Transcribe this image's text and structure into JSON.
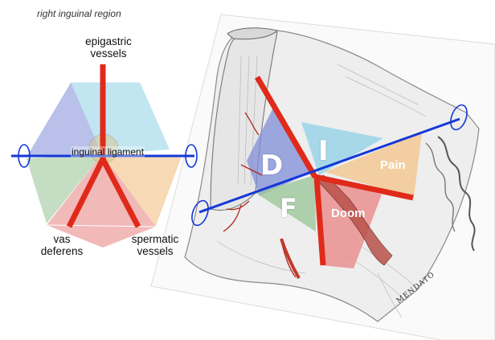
{
  "region_title": "right inguinal region",
  "schematic": {
    "labels": {
      "epigastric": [
        "epigastric",
        "vessels"
      ],
      "ligament": "inguinal ligament",
      "vas": [
        "vas",
        "deferens"
      ],
      "spermatic": [
        "spermatic",
        "vessels"
      ]
    },
    "colors": {
      "direct": "#7f8ed8",
      "indirect": "#8fd0e8",
      "femoral": "#9ec79a",
      "doom": "#ea8a8a",
      "pain": "#f3c58e",
      "vessel": "#e02a1a",
      "ligament": "#1538d8"
    }
  },
  "illustration": {
    "zones": {
      "direct": "D",
      "indirect": "I",
      "femoral": "F",
      "pain": "Pain",
      "doom": "Doom"
    },
    "signature": "MENDATO"
  }
}
